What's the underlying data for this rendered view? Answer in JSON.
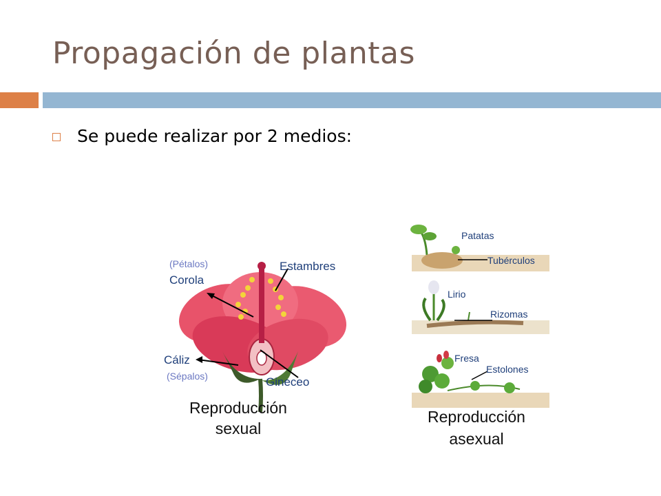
{
  "slide": {
    "title": "Propagación de plantas",
    "bullet": "Se puede realizar por 2 medios:"
  },
  "sexual_figure": {
    "petalos": "(Pétalos)",
    "corola": "Corola",
    "estambres": "Estambres",
    "caliz": "Cáliz",
    "sepalos": "(Sépalos)",
    "gineceo": "Gineceo",
    "caption_line1": "Reproducción",
    "caption_line2": "sexual"
  },
  "asexual_figure": {
    "patatas": "Patatas",
    "tuberculos": "Tubérculos",
    "lirio": "Lirio",
    "rizomas": "Rizomas",
    "fresa": "Fresa",
    "estolones": "Estolones",
    "caption_line1": "Reproducción",
    "caption_line2": "asexual"
  },
  "colors": {
    "title": "#775f55",
    "accent_orange": "#dd8047",
    "accent_blue": "#94b6d2",
    "label_blue": "#1f3f7a"
  }
}
